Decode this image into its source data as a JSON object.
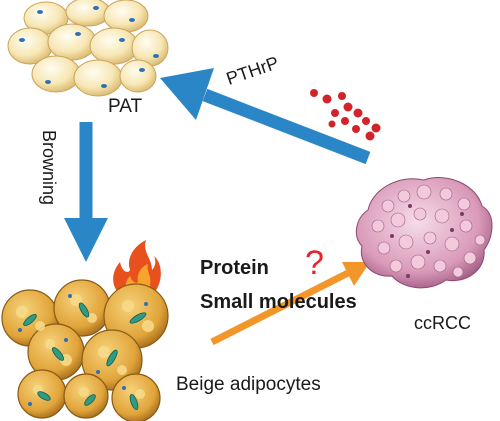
{
  "labels": {
    "pat": "PAT",
    "pthrp": "PTHrP",
    "browning": "Browning",
    "protein": "Protein",
    "small_molecules": "Small molecules",
    "ccrcc": "ccRCC",
    "beige": "Beige adipocytes",
    "question": "?"
  },
  "colors": {
    "blue_arrow": "#2b86c8",
    "orange_arrow": "#f2962a",
    "dots": "#d2232a",
    "question": "#e8242a"
  },
  "icons": {
    "pat_cells": "white-adipocyte-cluster-icon",
    "beige_cells": "beige-adipocyte-cluster-icon",
    "tumor": "ccrcc-protein-structure-icon",
    "flame": "flame-icon"
  }
}
